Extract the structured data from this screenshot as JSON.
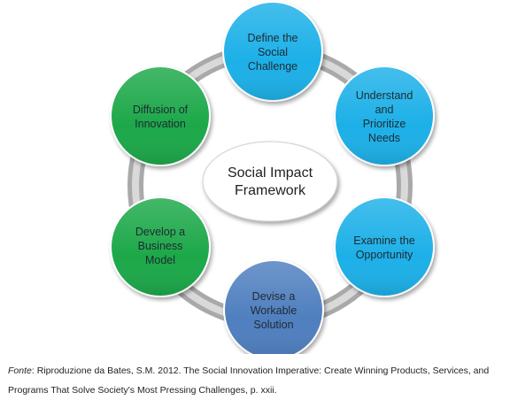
{
  "diagram": {
    "center": {
      "lines": [
        "Social Impact",
        "Framework"
      ]
    },
    "nodes": [
      {
        "id": "define",
        "lines": [
          "Define the",
          "Social",
          "Challenge"
        ],
        "color": "#1fb0e8"
      },
      {
        "id": "understand",
        "lines": [
          "Understand",
          "and",
          "Prioritize",
          "Needs"
        ],
        "color": "#1fb0e8"
      },
      {
        "id": "examine",
        "lines": [
          "Examine the",
          "Opportunity"
        ],
        "color": "#1fb0e8"
      },
      {
        "id": "devise",
        "lines": [
          "Devise a",
          "Workable",
          "Solution"
        ],
        "color": "#4f7fbf"
      },
      {
        "id": "develop",
        "lines": [
          "Develop a",
          "Business",
          "Model"
        ],
        "color": "#1fa84a"
      },
      {
        "id": "diffusion",
        "lines": [
          "Diffusion of",
          "Innovation"
        ],
        "color": "#1fa84a"
      }
    ],
    "ring_color": "#b3b3b3"
  },
  "caption": {
    "prefix": "Fonte",
    "text": ": Riproduzione da Bates, S.M. 2012. The Social Innovation Imperative: Create Winning Products, Services, and Programs That Solve Society's Most Pressing Challenges, p. xxii."
  }
}
